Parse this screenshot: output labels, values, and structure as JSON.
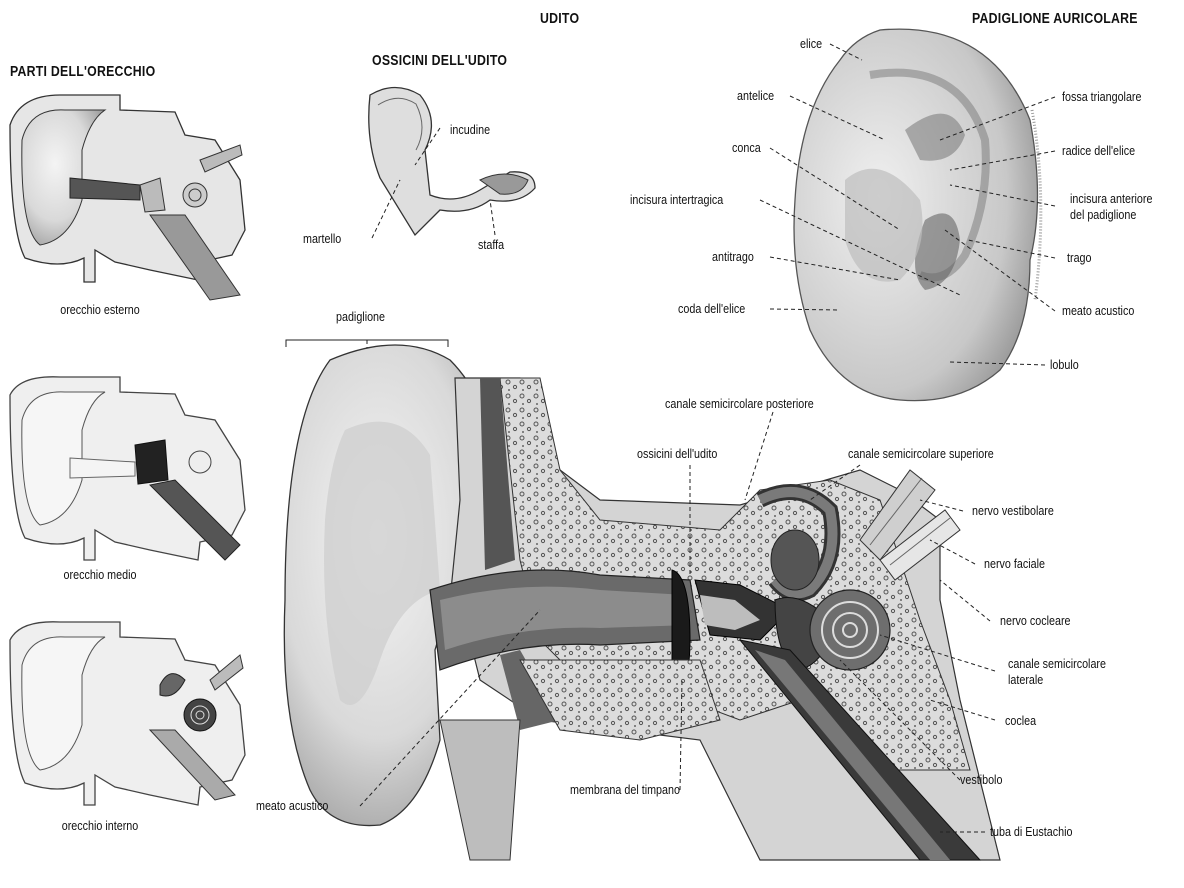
{
  "title": "UDITO",
  "sections": {
    "parts": "PARTI DELL'ORECCHIO",
    "ossicles": "OSSICINI DELL'UDITO",
    "auricle": "PADIGLIONE AURICOLARE"
  },
  "parts_captions": [
    "orecchio esterno",
    "orecchio medio",
    "orecchio interno"
  ],
  "ossicles_labels": {
    "incus": "incudine",
    "malleus": "martello",
    "stapes": "staffa"
  },
  "auricle_labels": {
    "helix": "elice",
    "antihelix": "antelice",
    "concha": "conca",
    "intertragic_notch": "incisura intertragica",
    "antitragus": "antitrago",
    "helix_tail": "coda dell'elice",
    "triangular_fossa": "fossa triangolare",
    "helix_root": "radice dell'elice",
    "anterior_notch_line1": "incisura anteriore",
    "anterior_notch_line2": "del padiglione",
    "tragus": "trago",
    "acoustic_meatus": "meato acustico",
    "lobule": "lobulo"
  },
  "main_labels": {
    "pinna": "padiglione",
    "posterior_canal": "canale semicircolare posteriore",
    "ossicles": "ossicini dell'udito",
    "superior_canal": "canale semicircolare superiore",
    "vestibular_nerve": "nervo vestibolare",
    "facial_nerve": "nervo faciale",
    "cochlear_nerve": "nervo cocleare",
    "lateral_canal_line1": "canale semicircolare",
    "lateral_canal_line2": "laterale",
    "cochlea": "coclea",
    "vestibule": "vestibolo",
    "eustachian_tube": "tuba di Eustachio",
    "eardrum": "membrana del timpano",
    "meatus": "meato acustico"
  }
}
